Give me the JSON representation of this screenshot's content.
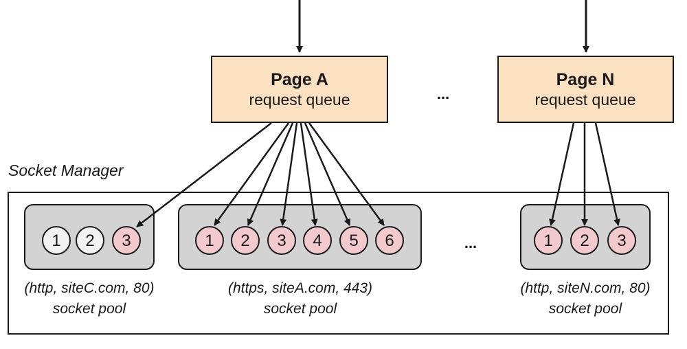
{
  "colors": {
    "queue_fill": "#fbe0c1",
    "pool_fill": "#d3d3d3",
    "socket_active": "#f2c9cc",
    "socket_idle": "#f2f2f2",
    "stroke": "#1a1a1a"
  },
  "socket_manager": {
    "label": "Socket Manager"
  },
  "queues": [
    {
      "title": "Page A",
      "subtitle": "request queue"
    },
    {
      "title": "Page N",
      "subtitle": "request queue"
    }
  ],
  "queue_gap_ellipsis": "...",
  "pool_gap_ellipsis": "...",
  "pools": [
    {
      "key_label": "(http, siteC.com, 80)",
      "type_label": "socket pool",
      "sockets": [
        {
          "label": "1",
          "state": "idle"
        },
        {
          "label": "2",
          "state": "idle"
        },
        {
          "label": "3",
          "state": "active"
        }
      ]
    },
    {
      "key_label": "(https, siteA.com, 443)",
      "type_label": "socket pool",
      "sockets": [
        {
          "label": "1",
          "state": "active"
        },
        {
          "label": "2",
          "state": "active"
        },
        {
          "label": "3",
          "state": "active"
        },
        {
          "label": "4",
          "state": "active"
        },
        {
          "label": "5",
          "state": "active"
        },
        {
          "label": "6",
          "state": "active"
        }
      ]
    },
    {
      "key_label": "(http, siteN.com, 80)",
      "type_label": "socket pool",
      "sockets": [
        {
          "label": "1",
          "state": "active"
        },
        {
          "label": "2",
          "state": "active"
        },
        {
          "label": "3",
          "state": "active"
        }
      ]
    }
  ],
  "connections": [
    {
      "from": "Page A",
      "to_pool": 0,
      "to_socket": 2
    },
    {
      "from": "Page A",
      "to_pool": 1,
      "to_socket": 0
    },
    {
      "from": "Page A",
      "to_pool": 1,
      "to_socket": 1
    },
    {
      "from": "Page A",
      "to_pool": 1,
      "to_socket": 2
    },
    {
      "from": "Page A",
      "to_pool": 1,
      "to_socket": 3
    },
    {
      "from": "Page A",
      "to_pool": 1,
      "to_socket": 4
    },
    {
      "from": "Page A",
      "to_pool": 1,
      "to_socket": 5
    },
    {
      "from": "Page N",
      "to_pool": 2,
      "to_socket": 0
    },
    {
      "from": "Page N",
      "to_pool": 2,
      "to_socket": 1
    },
    {
      "from": "Page N",
      "to_pool": 2,
      "to_socket": 2
    }
  ]
}
